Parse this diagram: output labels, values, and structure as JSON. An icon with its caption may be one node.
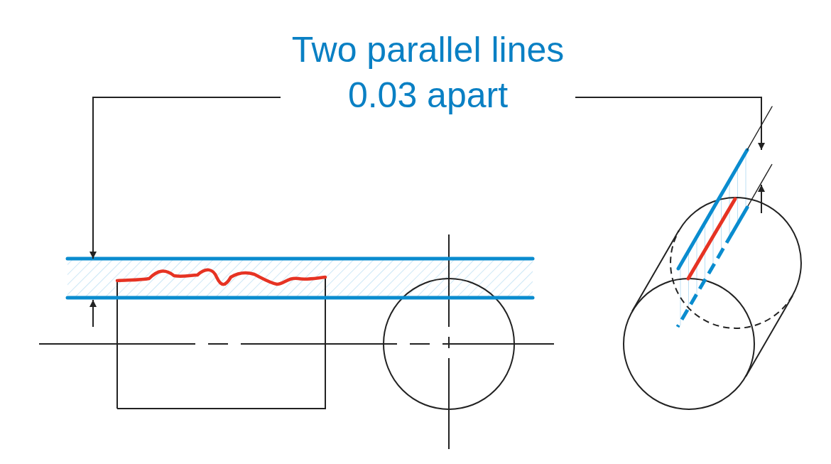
{
  "diagram": {
    "nodes": [
      {
        "text": [
          "Two parallel lines 0.03 apart"
        ]
      },
      {
        "text": [],
        "shape": "line"
      },
      {
        "text": [],
        "shape": "line"
      }
    ],
    "edges": [
      {
        "from": 0,
        "to": 1,
        "arrow": "to"
      },
      {
        "from": 0,
        "to": 2,
        "arrow": "to"
      }
    ]
  }
}
